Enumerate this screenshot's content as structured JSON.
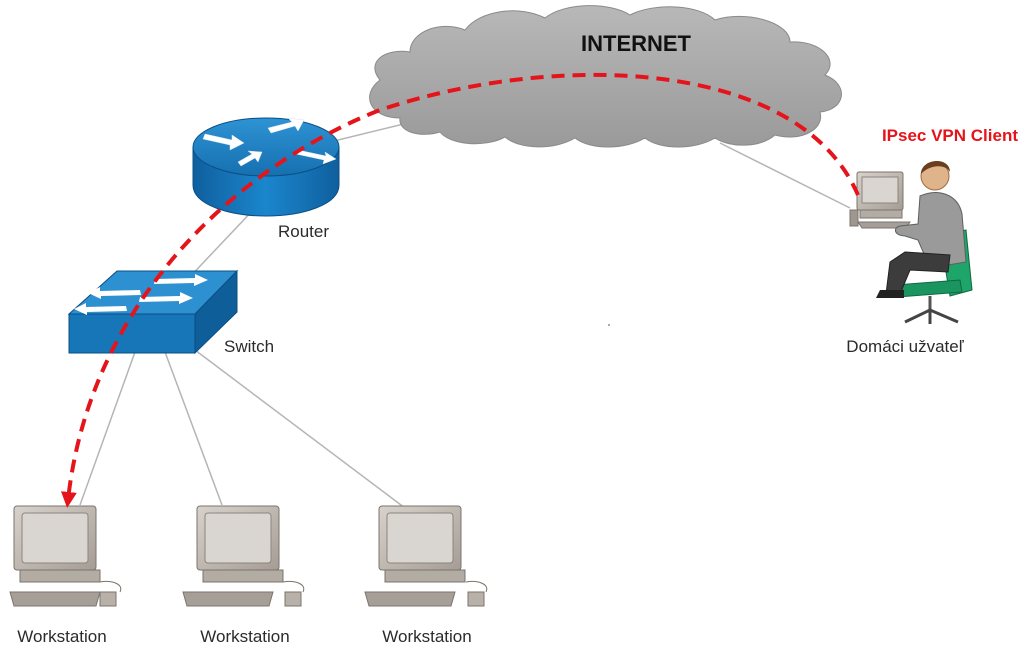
{
  "cloud": {
    "label": "INTERNET"
  },
  "router": {
    "label": "Router"
  },
  "switch": {
    "label": "Switch"
  },
  "remote_user": {
    "label": "Domáci užvateľ",
    "client_label": "IPsec VPN Client"
  },
  "workstations": [
    {
      "label": "Workstation"
    },
    {
      "label": "Workstation"
    },
    {
      "label": "Workstation"
    }
  ],
  "colors": {
    "vpn_tunnel": "#e5141b",
    "device_blue": "#1a7fc1",
    "cloud_gray": "#a8a8a8",
    "link_gray": "#b5b5b5"
  }
}
